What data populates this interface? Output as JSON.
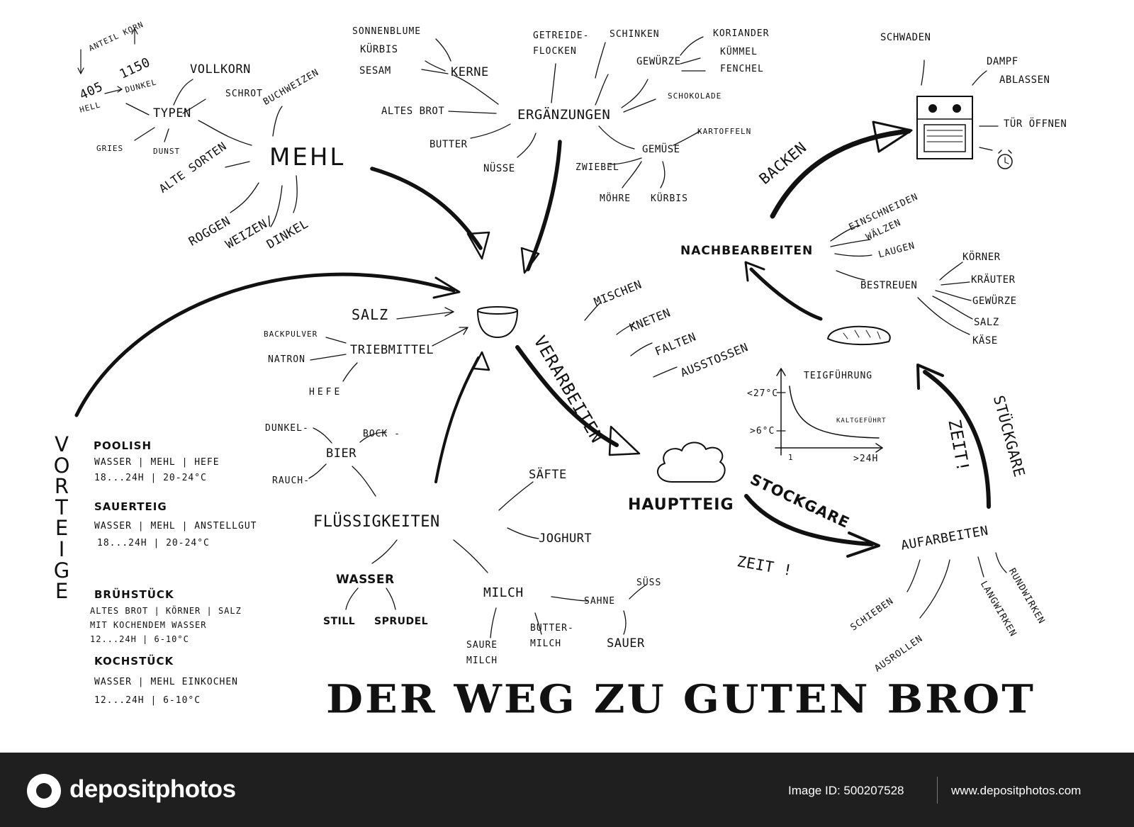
{
  "diagram": {
    "title": "DER WEG ZU GUTEN BROT",
    "mehl": {
      "label": "MEHL",
      "typen": "TYPEN",
      "vollkorn": "VOLLKORN",
      "schrot": "SCHROT",
      "gries": "GRIES",
      "dunst": "DUNST",
      "anteil_korn": "ANTEIL KORN",
      "scale_low": "405",
      "scale_high": "1150",
      "hell": "HELL",
      "dunkel": "DUNKEL",
      "buchweizen": "BUCHWEIZEN",
      "alte_sorten": "ALTE SORTEN",
      "roggen": "ROGGEN",
      "weizen": "WEIZEN/",
      "dinkel": "DINKEL"
    },
    "ergaenzungen": {
      "label": "ERGÄNZUNGEN",
      "sonnenblume": "SONNENBLUME",
      "kuerbis_kerne": "KÜRBIS",
      "sesam": "SESAM",
      "kerne": "KERNE",
      "altes_brot": "ALTES BROT",
      "butter": "BUTTER",
      "nuesse": "NÜSSE",
      "getreide": "GETREIDE-",
      "flocken": "FLOCKEN",
      "schinken": "SCHINKEN",
      "gewuerze": "GEWÜRZE",
      "koriander": "KORIANDER",
      "kuemmel": "KÜMMEL",
      "fenchel": "FENCHEL",
      "schokolade": "SCHOKOLADE",
      "gemuese": "GEMÜSE",
      "kartoffeln": "KARTOFFELN",
      "zwiebel": "ZWIEBEL",
      "moehre": "MÖHRE",
      "kuerbis": "KÜRBIS"
    },
    "bowl": {
      "salz": "SALZ",
      "triebmittel": "TRIEBMITTEL",
      "backpulver": "BACKPULVER",
      "natron": "NATRON",
      "hefe": "HEFE"
    },
    "fluessigkeiten": {
      "label": "FLÜSSIGKEITEN",
      "bier": "BIER",
      "dunkel": "DUNKEL-",
      "bock": "BOCK -",
      "rauch": "RAUCH-",
      "saefte": "SÄFTE",
      "joghurt": "JOGHURT",
      "wasser": "WASSER",
      "still": "STILL",
      "sprudel": "SPRUDEL",
      "milch": "MILCH",
      "sahne": "SAHNE",
      "suess": "SÜSS",
      "sauer": "SAUER",
      "buttermilch_1": "BUTTER-",
      "buttermilch_2": "MILCH",
      "saure_milch_1": "SAURE",
      "saure_milch_2": "MILCH"
    },
    "vorteige": {
      "label": "VORTEIGE",
      "poolish": "POOLISH",
      "poolish_1": "WASSER | MEHL | HEFE",
      "poolish_2": "18...24h | 20-24°C",
      "sauerteig": "SAUERTEIG",
      "sauerteig_1": "WASSER | MEHL | ANSTELLGUT",
      "sauerteig_2": "18...24h | 20-24°C",
      "bruehstueck": "BRÜHSTÜCK",
      "bruehstueck_1": "ALTES BROT | KÖRNER | SALZ",
      "bruehstueck_2": "MIT KOCHENDEM WASSER",
      "bruehstueck_3": "12...24h | 6-10°C",
      "kochstueck": "KOCHSTÜCK",
      "kochstueck_1": "WASSER | MEHL EINKOCHEN",
      "kochstueck_2": "12...24h | 6-10°C"
    },
    "verarbeiten": {
      "label": "VERARBEITEN",
      "mischen": "MISCHEN",
      "kneten": "KNETEN",
      "falten": "FALTEN",
      "ausstossen": "AUSSTOSSEN"
    },
    "hauptteig": "HAUPTTEIG",
    "teigfuehrung": {
      "title": "TEIGFÜHRUNG",
      "y_high": "<27°C",
      "y_low": ">6°C",
      "curve_label": "KALTGEFÜHRT",
      "x_low": "1",
      "x_high": ">24h"
    },
    "stockgare": "STOCKGARE",
    "zeit": "ZEIT !",
    "aufarbeiten": {
      "label": "AUFARBEITEN",
      "schieben": "SCHIEBEN",
      "ausrollen": "AUSROLLEN",
      "langwirken": "LANGWIRKEN",
      "rundwirken": "RUNDWIRKEN"
    },
    "stueckgare": "STÜCKGARE",
    "zeit2": "ZEIT!",
    "nachbearbeiten": {
      "label": "NACHBEARBEITEN",
      "einschneiden": "EINSCHNEIDEN",
      "waelzen": "WÄLZEN",
      "laugen": "LAUGEN",
      "bestreuen": "BESTREUEN",
      "koerner": "KÖRNER",
      "kraeuter": "KRÄUTER",
      "gewuerze": "GEWÜRZE",
      "salz": "SALZ",
      "kaese": "KÄSE"
    },
    "backen": {
      "label": "BACKEN",
      "schwaden": "SCHWADEN",
      "dampf": "DAMPF",
      "ablassen": "ABLASSEN",
      "tuer_oeffnen": "TÜR ÖFFNEN"
    }
  },
  "footer": {
    "brand": "depositphotos",
    "image_id": "Image ID: 500207528",
    "url": "www.depositphotos.com"
  }
}
